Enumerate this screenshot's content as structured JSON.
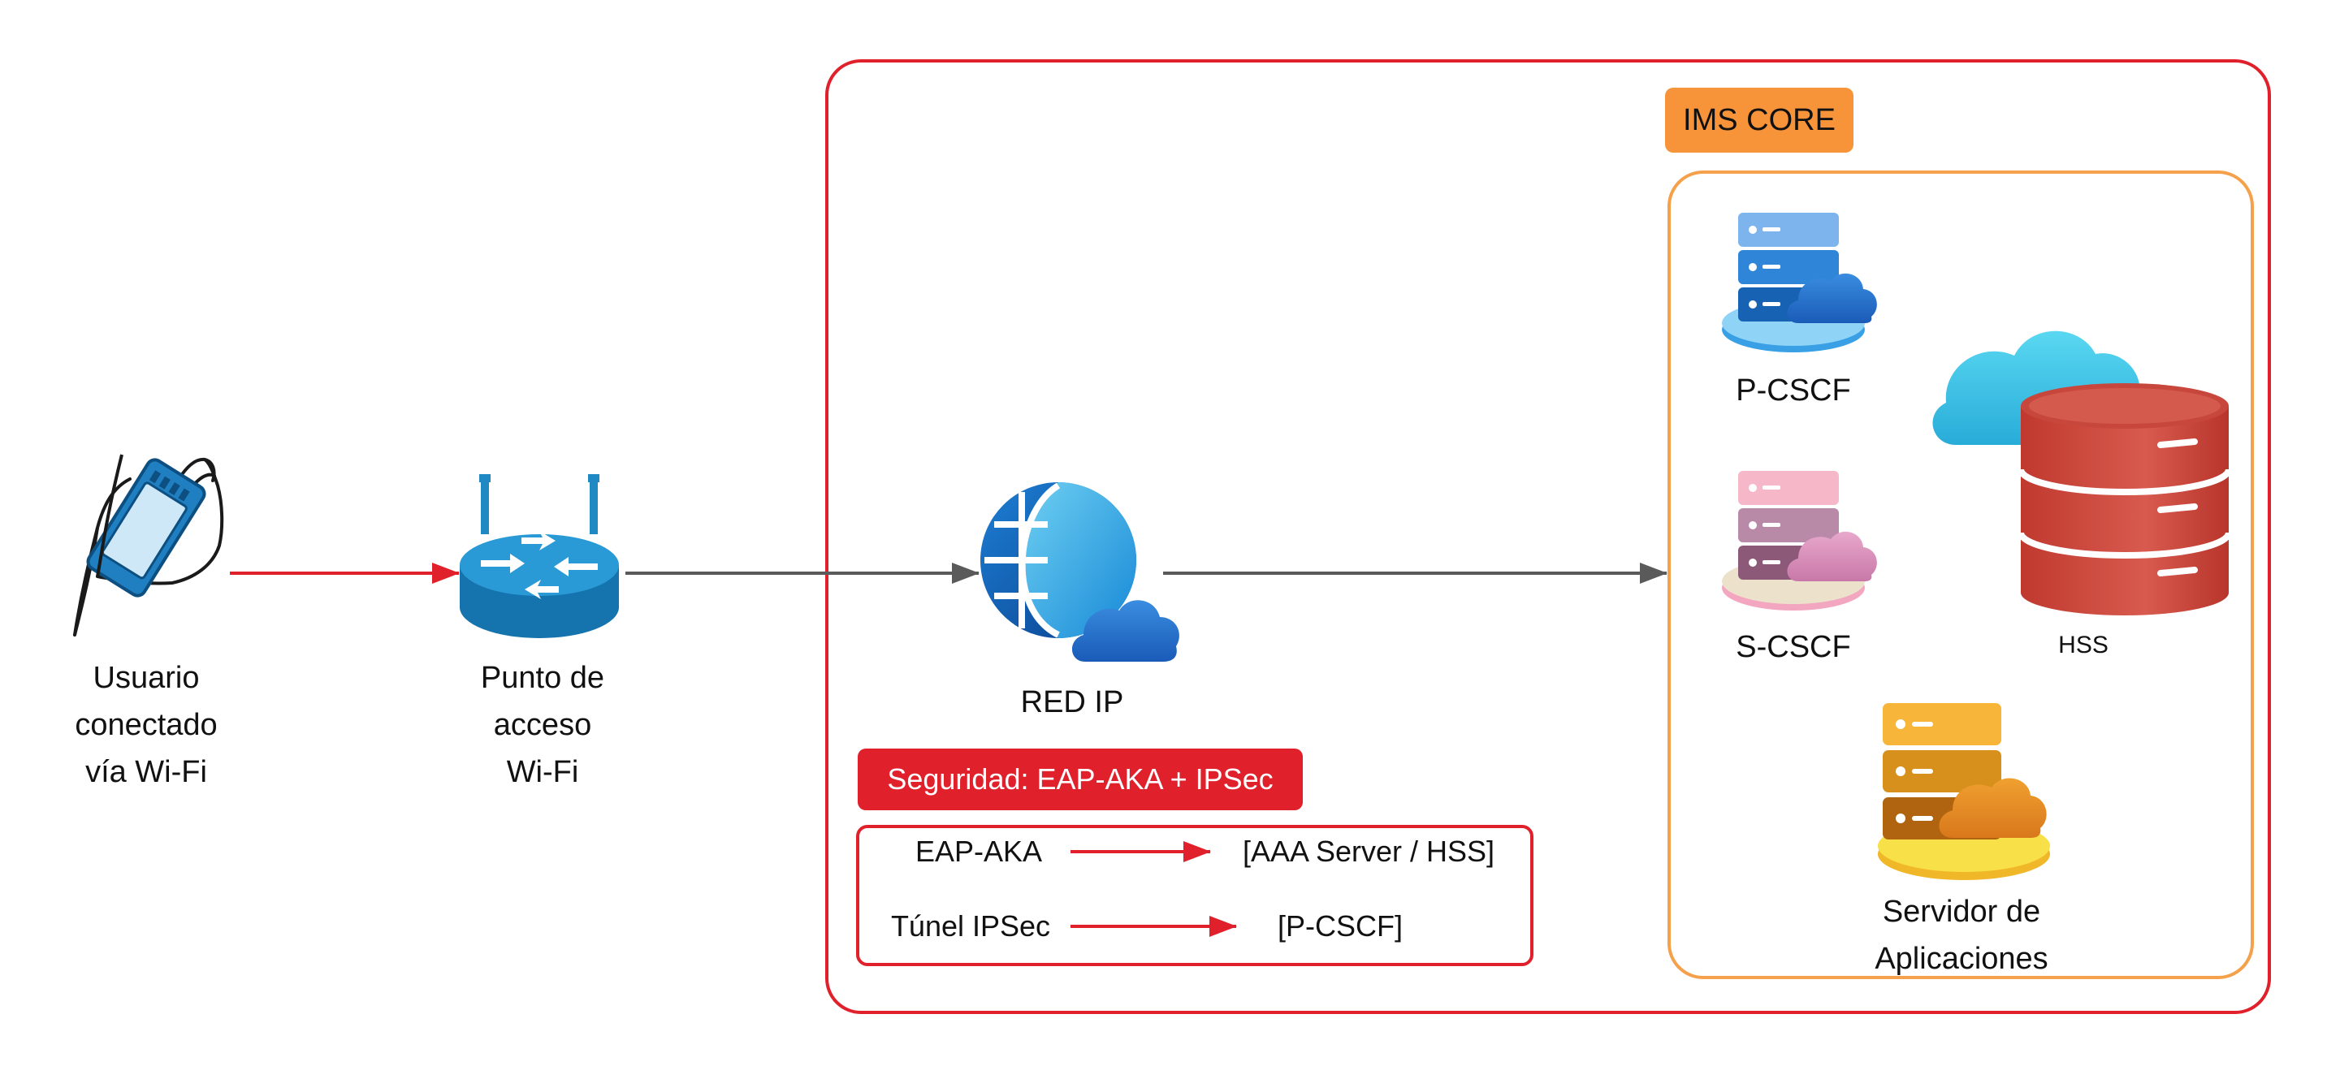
{
  "nodes": {
    "user": {
      "label_lines": [
        "Usuario",
        "conectado",
        "vía Wi-Fi"
      ]
    },
    "access_point": {
      "label_lines": [
        "Punto de",
        "acceso",
        "Wi-Fi"
      ]
    },
    "ip_network": {
      "label": "RED IP"
    },
    "pcscf": {
      "label": "P-CSCF"
    },
    "scscf": {
      "label": "S-CSCF"
    },
    "hss": {
      "label": "HSS"
    },
    "app_server": {
      "label_lines": [
        "Servidor de",
        "Aplicaciones"
      ]
    }
  },
  "ims_core": {
    "title": "IMS CORE"
  },
  "security": {
    "title": "Seguridad: EAP-AKA + IPSec",
    "rows": [
      {
        "from": "EAP-AKA",
        "to": "[AAA Server / HSS]"
      },
      {
        "from": "Túnel IPSec",
        "to": "[P-CSCF]"
      }
    ]
  },
  "colors": {
    "red_border": "#e0202a",
    "orange": "#f7943a",
    "orange_border": "#f5a04a",
    "gray_arrow": "#5a5a5a",
    "router_blue": "#1f89c4",
    "globe_blue": "#0f62b5",
    "hss_red": "#c8473c",
    "cloud_cyan": "#3fc6e6"
  },
  "icons": {
    "user": "phone-in-hand-icon",
    "access_point": "wifi-router-icon",
    "ip_network": "globe-cloud-icon",
    "pcscf": "blue-server-cloud-icon",
    "scscf": "pink-server-cloud-icon",
    "hss": "database-cloud-icon",
    "app_server": "orange-server-cloud-icon"
  }
}
